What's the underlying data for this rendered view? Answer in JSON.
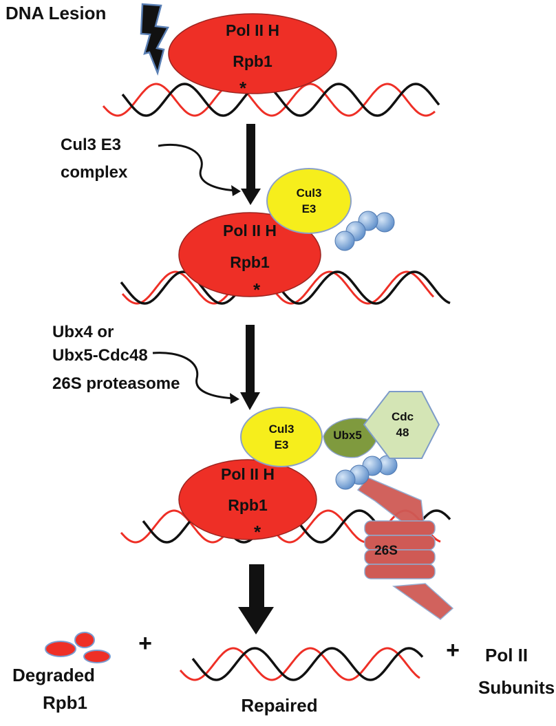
{
  "labels": {
    "dna_lesion": "DNA Lesion",
    "step1_line1": "Cul3 E3",
    "step1_line2": "complex",
    "step2_line1": "Ubx4 or",
    "step2_line2": "Ubx5-Cdc48",
    "step2_line3": "26S proteasome",
    "degraded_line1": "Degraded",
    "degraded_line2": "Rpb1",
    "repaired": "Repaired",
    "subunits_line1": "Pol II",
    "subunits_line2": "Subunits",
    "plus": "+"
  },
  "complexes": {
    "pol2_line1": "Pol II H",
    "pol2_line2": "Rpb1",
    "cul3_line1": "Cul3",
    "cul3_line2": "E3",
    "ubx5": "Ubx5",
    "cdc48_line1": "Cdc",
    "cdc48_line2": "48",
    "proteasome": "26S"
  },
  "lesion_mark": "*",
  "colors": {
    "polymerase_red": "#ee2f26",
    "cul3_yellow": "#f6ee1c",
    "ubiquitin_blue": "#7aa7dc",
    "ubx5_green": "#7f9a3e",
    "cdc48_green": "#d4e5b5",
    "proteasome_rose": "#cf5a55",
    "dna_red_strand": "#ee2f26",
    "dna_black_strand": "#111111"
  }
}
